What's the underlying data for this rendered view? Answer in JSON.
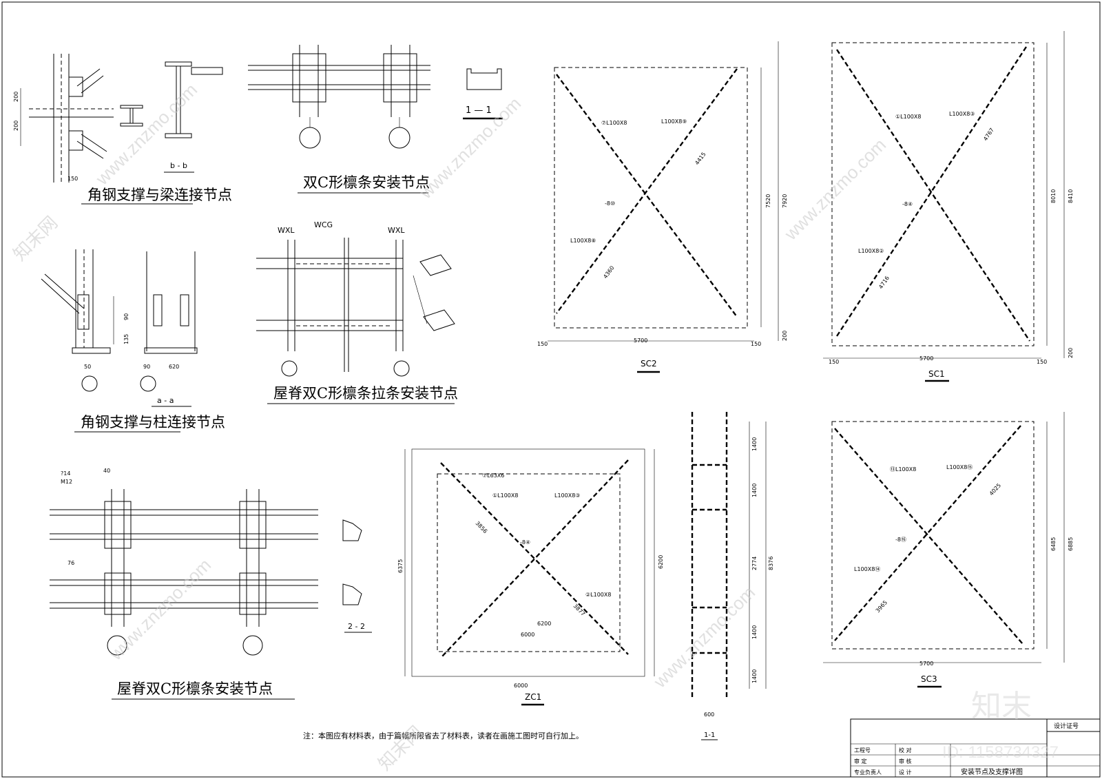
{
  "titles": {
    "angle_beam": "角钢支撑与梁连接节点",
    "double_c": "双C形檩条安装节点",
    "ridge_tie": "屋脊双C形檩条拉条安装节点",
    "angle_column": "角钢支撑与柱连接节点",
    "ridge_double_c": "屋脊双C形檩条安装节点"
  },
  "section_labels": {
    "b_b": "b - b",
    "one_one": "1 — 1",
    "a_a": "a - a",
    "two_two": "2 - 2",
    "sc2": "SC2",
    "sc1": "SC1",
    "sc3": "SC3",
    "zc1": "ZC1",
    "side_1_1": "1-1"
  },
  "purlin_tags": {
    "wxl_left": "WXL",
    "wcg": "WCG",
    "wxl_right": "WXL"
  },
  "bolt_callouts": {
    "dia": "?14",
    "bolt": "M12",
    "dim_40": "40",
    "dim_76": "76"
  },
  "dims": {
    "beam_200a": "200",
    "beam_200b": "200",
    "beam_150": "150",
    "col_90": "90",
    "col_135": "135",
    "col_50": "50",
    "col_90b": "90",
    "col_620": "620",
    "sc2_w": "5700",
    "sc2_h1": "7520",
    "sc2_h2": "7920",
    "sc2_diag1": "4415",
    "sc2_diag2": "4360",
    "sc2_150a": "150",
    "sc2_150b": "150",
    "sc2_200": "200",
    "sc1_w": "5700",
    "sc1_h1": "8410",
    "sc1_h2": "8010",
    "sc1_diag1": "4767",
    "sc1_diag2": "4716",
    "sc1_150a": "150",
    "sc1_150b": "150",
    "sc1_200": "200",
    "sc3_w": "5700",
    "sc3_h1": "6485",
    "sc3_h2": "6885",
    "sc3_diag1": "4025",
    "sc3_diag2": "3965",
    "zc1_w": "6000",
    "zc1_h1": "6375",
    "zc1_h2": "6200",
    "zc1_diag1": "3856",
    "zc1_diag2": "3877",
    "zc1_inner_w": "6000",
    "zc1_inner_h": "6200",
    "side_1400a": "1400",
    "side_1400b": "1400",
    "side_2774": "2774",
    "side_1400c": "1400",
    "side_1400d": "1400",
    "side_total": "8376",
    "side_600": "600"
  },
  "members": {
    "sc2_a": "⑦L100X8",
    "sc2_b": "L100X8⑨",
    "sc2_c": "L100X8⑧",
    "sc2_plate": "-8⑩",
    "sc1_a": "①L100X8",
    "sc1_b": "L100X8③",
    "sc1_c": "L100X8②",
    "sc1_plate": "-8④",
    "sc3_a": "⑬L100X8",
    "sc3_b": "L100X8⑮",
    "sc3_c": "L100X8⑭",
    "sc3_plate": "-8⑯",
    "zc1_a": "⑦L63X6",
    "zc1_b": "①L100X8",
    "zc1_c": "L100X8③",
    "zc1_d": "②L100X8",
    "zc1_plate": "-8④"
  },
  "note": "注：本图应有材料表，由于篇幅所限省去了材料表，读者在画施工图时可自行加上。",
  "title_block": {
    "drawing_name": "安装节点及支撑详图",
    "cert": "设计证号",
    "row1": "工程号",
    "row2": "审 定",
    "row3": "专业负责人",
    "c1": "校 对",
    "c2": "审 核",
    "c3": "设 计"
  },
  "watermarks": {
    "brand": "知末",
    "id": "ID: 1158734327",
    "url": "www.znzmo.com",
    "site": "知末网"
  }
}
